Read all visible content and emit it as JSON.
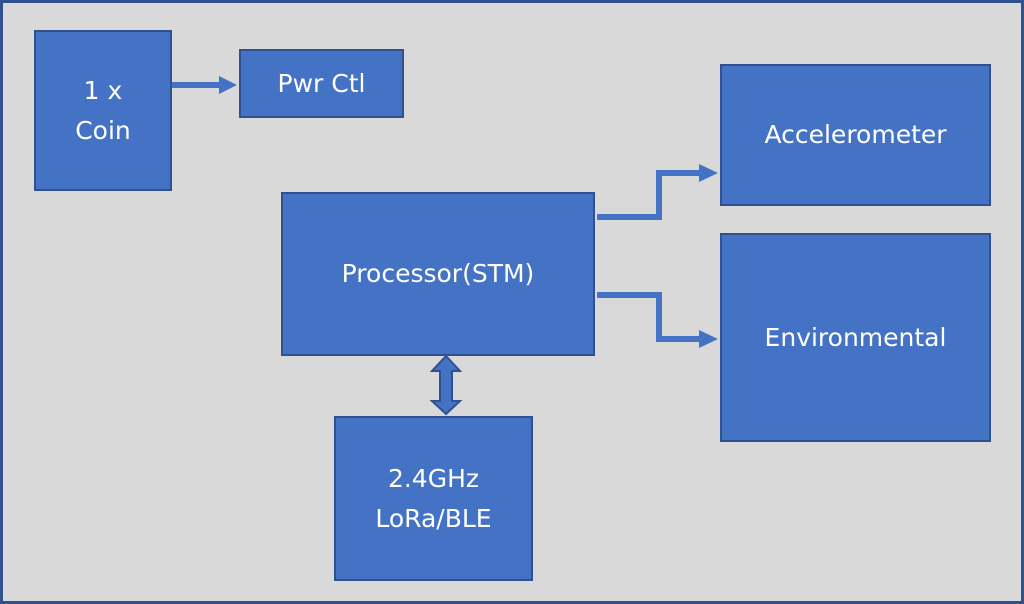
{
  "colors": {
    "background": "#d9d9d9",
    "frame_border": "#2f528f",
    "block_fill": "#4472c4",
    "block_border": "#2f528f",
    "block_text": "#ffffff",
    "connector": "#4472c4"
  },
  "blocks": {
    "coin": {
      "label": "1 x\nCoin"
    },
    "pwr_ctl": {
      "label": "Pwr Ctl"
    },
    "processor": {
      "label": "Processor(STM)"
    },
    "accelerometer": {
      "label": "Accelerometer"
    },
    "environmental": {
      "label": "Environmental"
    },
    "radio": {
      "label": "2.4GHz\nLoRa/BLE"
    }
  },
  "connections": [
    {
      "from": "coin",
      "to": "pwr_ctl",
      "type": "arrow"
    },
    {
      "from": "processor",
      "to": "accelerometer",
      "type": "arrow"
    },
    {
      "from": "processor",
      "to": "environmental",
      "type": "arrow"
    },
    {
      "from": "processor",
      "to": "radio",
      "type": "bidirectional-arrow"
    }
  ]
}
